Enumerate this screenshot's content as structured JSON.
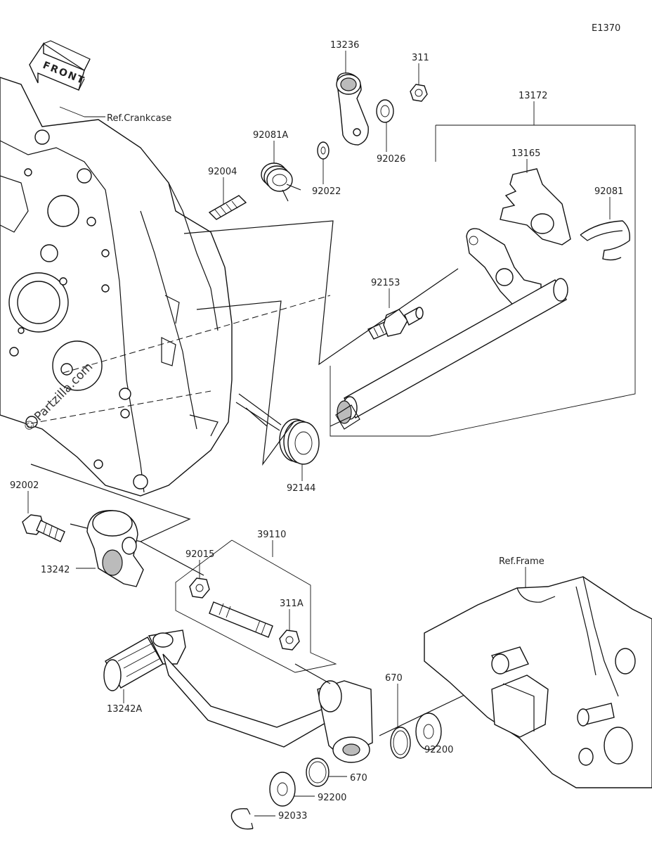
{
  "diagram_code": "E1370",
  "front_label": "FRONT",
  "watermark": "© Partzilla.com",
  "refs": {
    "crankcase": "Ref.Crankcase",
    "frame": "Ref.Frame"
  },
  "parts": {
    "p13236": "13236",
    "p311": "311",
    "p13172": "13172",
    "p92081A": "92081A",
    "p92004": "92004",
    "p92022": "92022",
    "p92026": "92026",
    "p13165": "13165",
    "p92081": "92081",
    "p92153": "92153",
    "p92144": "92144",
    "p92002": "92002",
    "p39110": "39110",
    "p92015": "92015",
    "p13242": "13242",
    "p311A": "311A",
    "p13242A": "13242A",
    "p670a": "670",
    "p670b": "670",
    "p92200a": "92200",
    "p92200b": "92200",
    "p92033": "92033"
  }
}
